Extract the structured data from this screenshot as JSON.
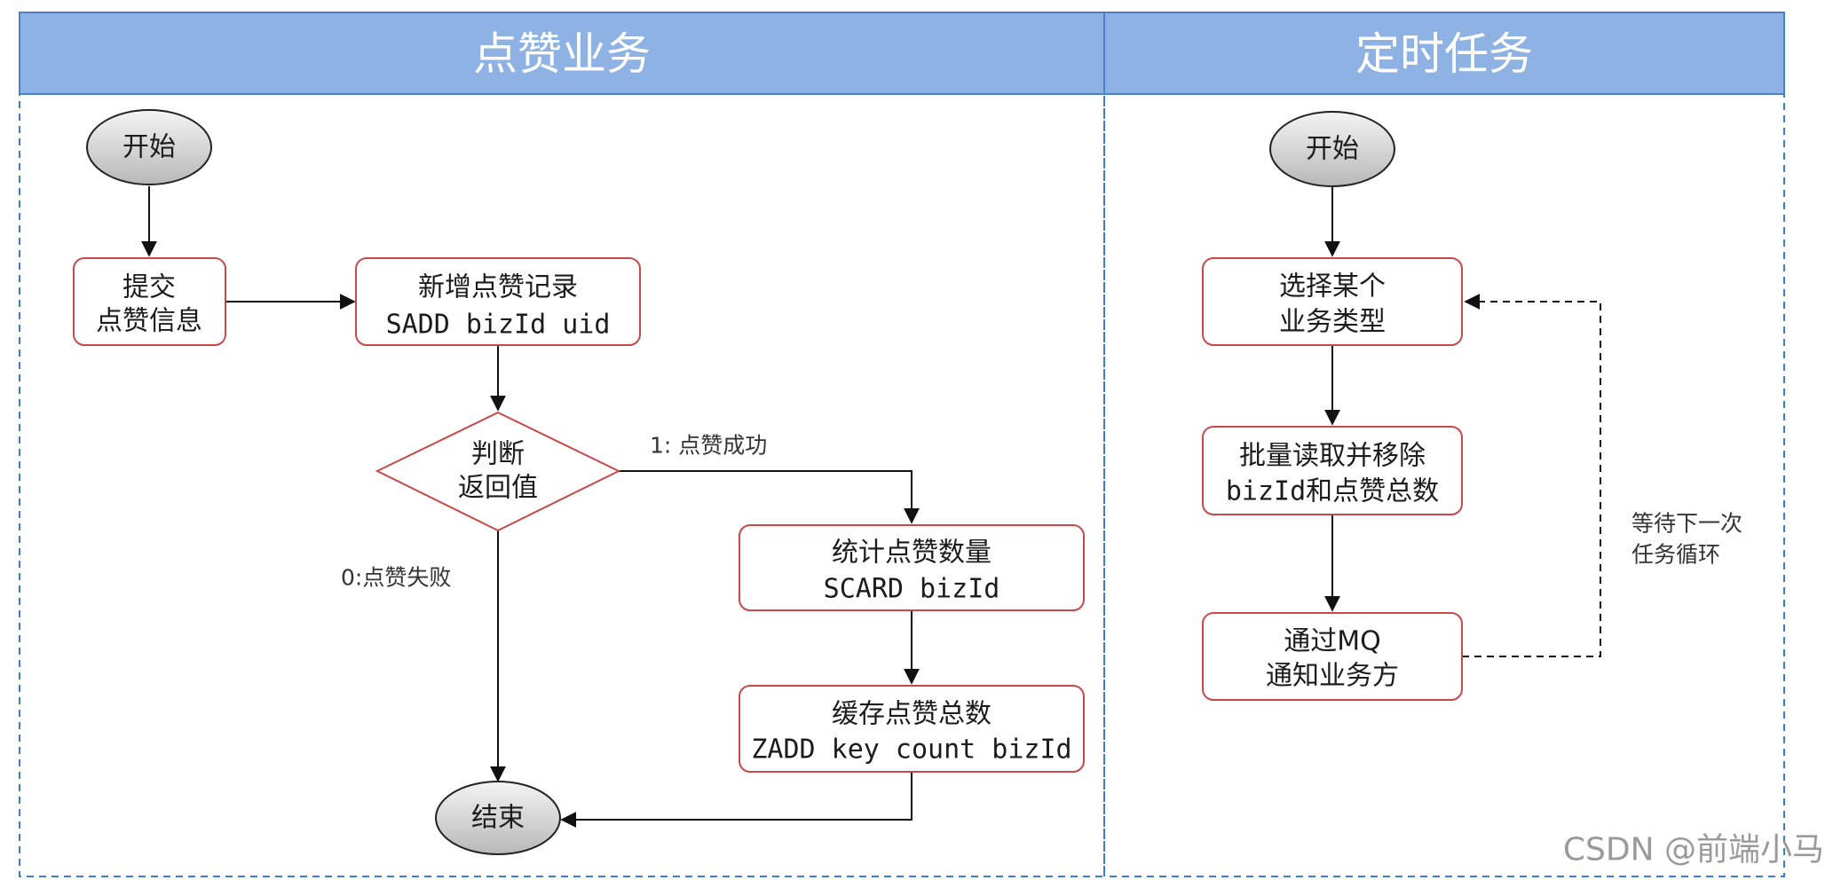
{
  "lanes": {
    "left_title": "点赞业务",
    "right_title": "定时任务"
  },
  "left_flow": {
    "start": "开始",
    "submit_line1": "提交",
    "submit_line2": "点赞信息",
    "add_record_line1": "新增点赞记录",
    "add_record_line2": "SADD bizId uid",
    "decision_line1": "判断",
    "decision_line2": "返回值",
    "success_label": "1: 点赞成功",
    "fail_label": "0:点赞失败",
    "count_line1": "统计点赞数量",
    "count_line2": "SCARD bizId",
    "cache_line1": "缓存点赞总数",
    "cache_line2": "ZADD key count bizId",
    "end": "结束"
  },
  "right_flow": {
    "start": "开始",
    "select_line1": "选择某个",
    "select_line2": "业务类型",
    "batch_line1": "批量读取并移除",
    "batch_line2": "bizId和点赞总数",
    "notify_line1": "通过MQ",
    "notify_line2": "通知业务方",
    "loop_line1": "等待下一次",
    "loop_line2": "任务循环"
  },
  "watermark": "CSDN @前端小马",
  "colors": {
    "header_fill": "#8fb2e4",
    "lane_border": "#3d7bd6",
    "node_stroke": "#c9484a",
    "terminal_fill_top": "#f2f2f2",
    "terminal_fill_bottom": "#bdbdbd"
  }
}
